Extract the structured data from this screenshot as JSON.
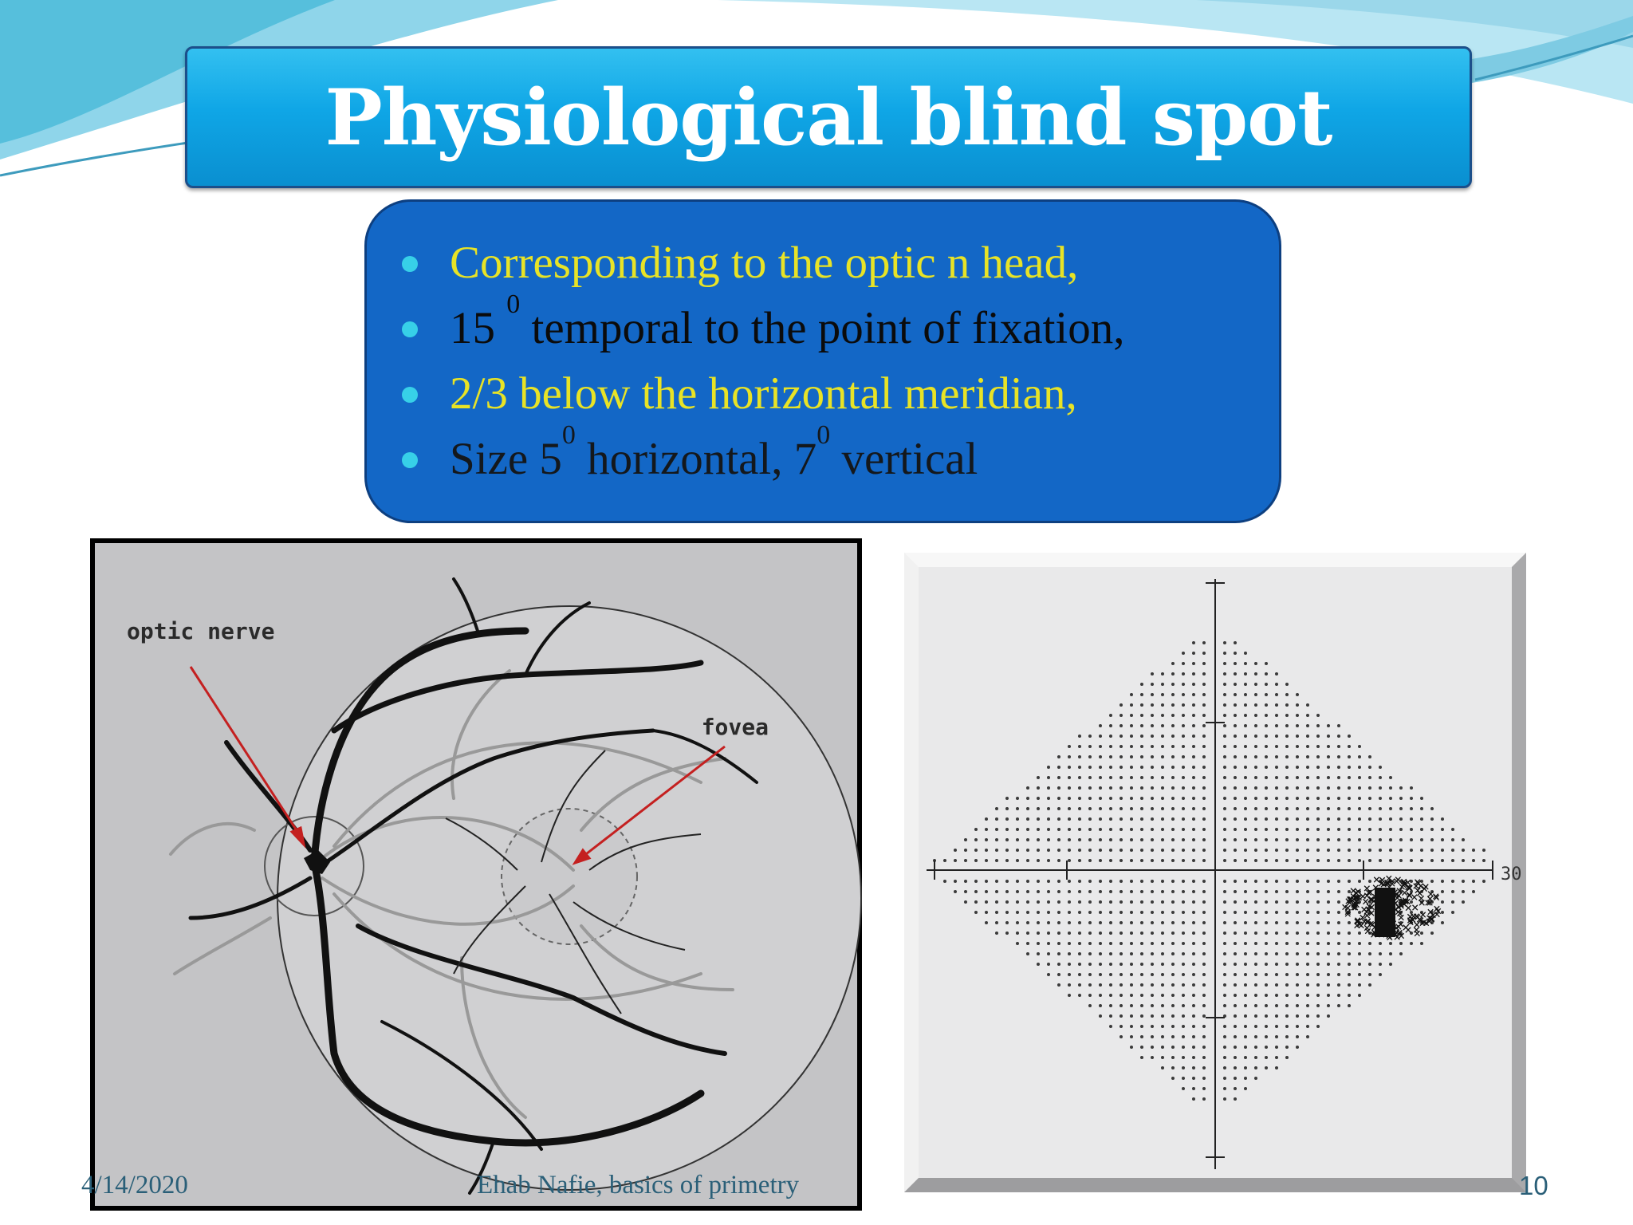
{
  "slide": {
    "title": "Physiological blind spot",
    "bullets": [
      {
        "text": "Corresponding to the optic n head,",
        "color": "#e8e326"
      },
      {
        "text_a": "15 ",
        "sup": "0",
        "text_b": " temporal to the point of fixation,",
        "color": "#0b0b0b"
      },
      {
        "text": "2/3 below the horizontal meridian,",
        "color": "#e8e326"
      },
      {
        "text_a": "Size 5",
        "sup_a": "0",
        "text_b": " horizontal, 7",
        "sup_b": "0",
        "text_c": " vertical",
        "color": "#14181c"
      }
    ]
  },
  "fundus_figure": {
    "label_optic_nerve": "optic nerve",
    "label_fovea": "fovea",
    "arrow_color": "#c42020"
  },
  "visual_field_figure": {
    "axis_tick_label": "30"
  },
  "footer": {
    "date": "4/14/2020",
    "author": "Ehab Nafie, basics of primetry",
    "page_number": "10"
  },
  "colors": {
    "title_bar": "#0fa6e6",
    "bullet_box": "#1367c6",
    "bullet_dot": "#37d0e8"
  }
}
